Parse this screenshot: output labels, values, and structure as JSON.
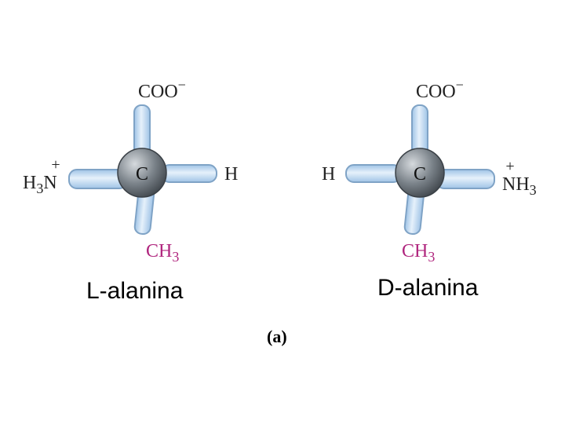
{
  "colors": {
    "stick_fill": "#bcd8f2",
    "stick_edge": "#7fa3c6",
    "atom_dark": "#4f565d",
    "atom_light": "#c9ced3",
    "substituent_text": "#222222",
    "methyl_text": "#b0267e"
  },
  "molecules": [
    {
      "name": "L-alanina",
      "center_atom": "C",
      "top": {
        "main": "COO",
        "charge": "−"
      },
      "bottom": {
        "main": "CH",
        "sub": "3"
      },
      "left": {
        "main": "H",
        "sub": "3",
        "tail": "N",
        "charge": "+"
      },
      "right": {
        "main": "H"
      }
    },
    {
      "name": "D-alanina",
      "center_atom": "C",
      "top": {
        "main": "COO",
        "charge": "−"
      },
      "bottom": {
        "main": "CH",
        "sub": "3"
      },
      "left": {
        "main": "H"
      },
      "right": {
        "main": "NH",
        "sub": "3",
        "charge": "+"
      }
    }
  ],
  "panel_label": "(a)"
}
